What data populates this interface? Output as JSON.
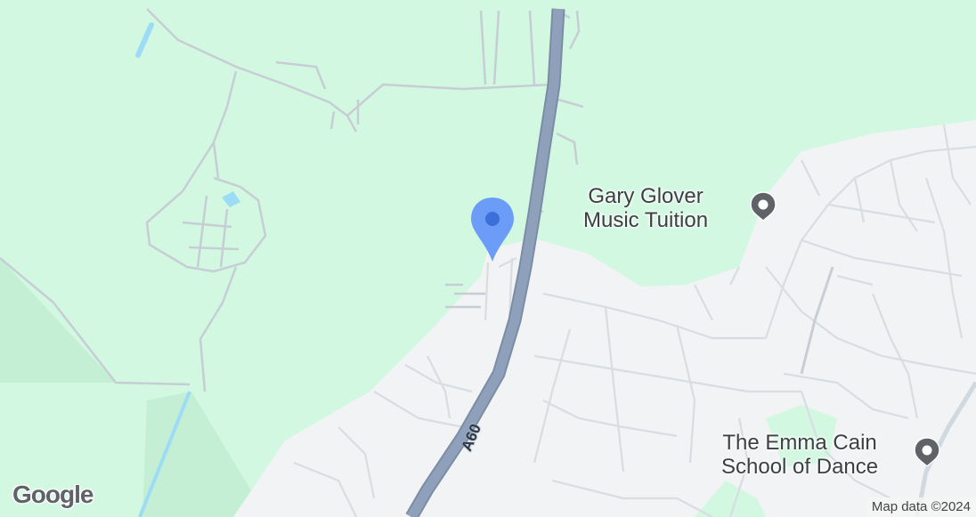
{
  "map": {
    "colors": {
      "park": "#d3f8e2",
      "urban": "#f1f3f4",
      "minor_road": "#c7cdd4",
      "highway": "#8ea0ba",
      "highway_border": "#7b8ca6",
      "water": "#9ddcf5",
      "marker": "#6b9cf8",
      "marker_dot": "#3d6fd9",
      "poi_icon": "#5f6368"
    },
    "road_label": "A60",
    "pois": [
      {
        "name_line1": "Gary Glover",
        "name_line2": "Music Tuition",
        "icon": "poi-circle-icon"
      },
      {
        "name_line1": "The Emma Cain",
        "name_line2": "School of Dance",
        "icon": "poi-circle-icon"
      }
    ],
    "marker_icon": "location-pin-icon",
    "logo": "Google",
    "attribution": "Map data ©2024"
  }
}
